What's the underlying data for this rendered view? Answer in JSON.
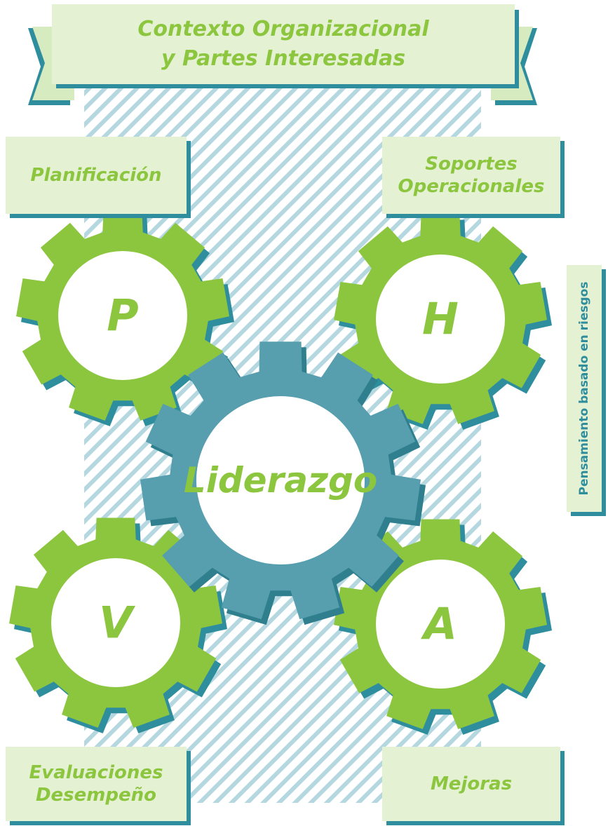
{
  "header": {
    "line1": "Contexto Organizacional",
    "line2": "y Partes Interesadas"
  },
  "labels": {
    "plan": "Planificación",
    "support_line1": "Soportes",
    "support_line2": "Operacionales",
    "eval_line1": "Evaluaciones",
    "eval_line2": "Desempeño",
    "improve": "Mejoras"
  },
  "gears": {
    "p": "P",
    "h": "H",
    "v": "V",
    "a": "A",
    "center": "Liderazgo"
  },
  "side": {
    "text": "Pensamiento basado en riesgos"
  },
  "colors": {
    "green": "#8cc63f",
    "teal": "#2f8e9e",
    "steel": "#579fae",
    "pale_green": "#e4f1d3",
    "stripe": "#b5d8e0"
  }
}
